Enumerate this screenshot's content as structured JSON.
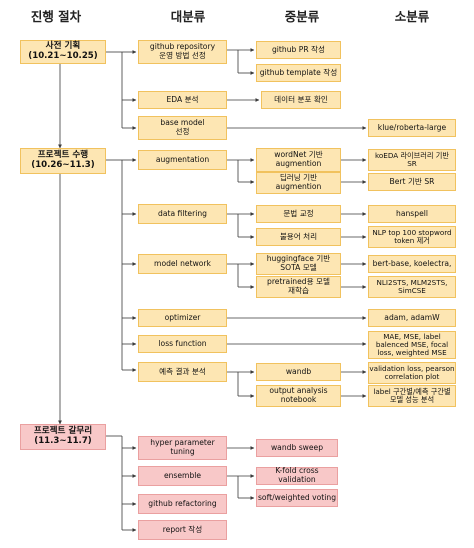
{
  "headers": {
    "procedure": "진행 절차",
    "major": "대분류",
    "middle": "중분류",
    "minor": "소분류"
  },
  "stages": {
    "s1": "사전 기획\n(10.21~10.25)",
    "s2": "프로젝트 수행\n(10.26~11.3)",
    "s3": "프로젝트 갈무리\n(11.3~11.7)"
  },
  "major": {
    "m1": "github repository\n운영 방법 선정",
    "m2": "EDA 분석",
    "m3": "base model\n선정",
    "m4": "augmentation",
    "m5": "data filtering",
    "m6": "model network",
    "m7": "optimizer",
    "m8": "loss function",
    "m9": "예측 결과 분석",
    "m10": "hyper parameter\ntuning",
    "m11": "ensemble",
    "m12": "github refactoring",
    "m13": "report 작성"
  },
  "middle": {
    "c1": "github PR 작성",
    "c2": "github template 작성",
    "c3": "데이터 분포 확인",
    "c4": "wordNet 기반\naugmention",
    "c5": "딥러닝 기반\naugmention",
    "c6": "문법 교정",
    "c7": "불용어 처리",
    "c8": "huggingface 기반\nSOTA 모델",
    "c9": "pretrained용 모델\n재학습",
    "c10": "wandb",
    "c11": "output analysis\nnotebook",
    "c12": "wandb sweep",
    "c13": "K-fold cross validation",
    "c14": "soft/weighted voting"
  },
  "minor": {
    "n1": "klue/roberta-large",
    "n2": "koEDA 라이브러리 기반\nSR",
    "n3": "Bert 기반 SR",
    "n4": "hanspell",
    "n5": "NLP top 100 stopword\ntoken 제거",
    "n6": "bert-base, koelectra,",
    "n7": "NLI2STS, MLM2STS,\nSimCSE",
    "n8": "adam, adamW",
    "n9": "MAE, MSE, label\nbalenced MSE, focal\nloss, weighted MSE",
    "n10": "validation loss, pearson\ncorrelation plot",
    "n11": "label 구간별/예측 구간별\n모델 성능 분석"
  },
  "colors": {
    "yellow_fill": "#fde6b3",
    "yellow_border": "#f1c25e",
    "pink_fill": "#f8c8c8",
    "pink_border": "#eaa0a0",
    "line": "#3a3a3a"
  }
}
